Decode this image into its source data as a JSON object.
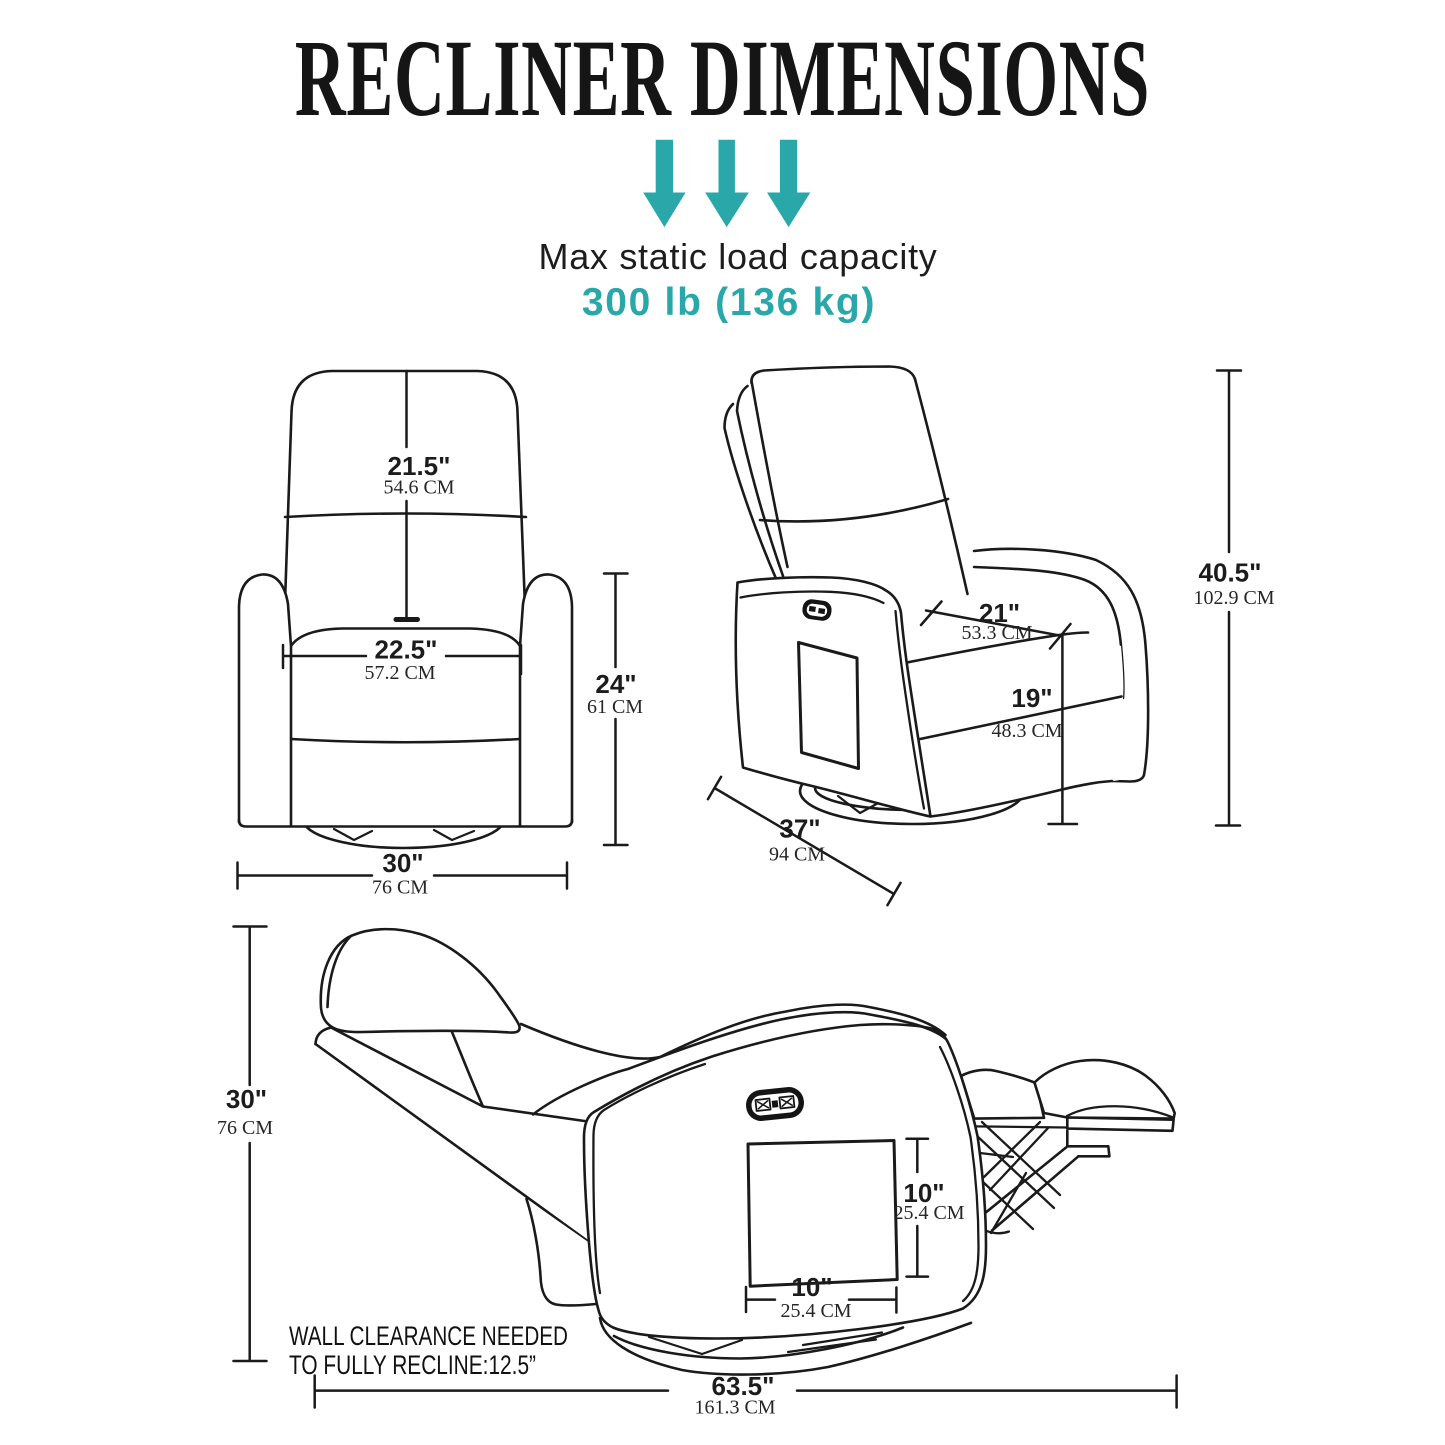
{
  "header": {
    "title": "RECLINER DIMENSIONS",
    "capacity_label": "Max static load capacity",
    "capacity_value": "300 lb (136 kg)"
  },
  "colors": {
    "accent_teal": "#2aa7a9",
    "ink": "#1a1a1a",
    "background": "#ffffff"
  },
  "icons": {
    "load_arrows": "down-arrow-icon"
  },
  "views": {
    "front": {
      "back_width": {
        "inches": "21.5\"",
        "cm": "54.6 CM"
      },
      "seat_width": {
        "inches": "22.5\"",
        "cm": "57.2 CM"
      },
      "arm_height": {
        "inches": "24\"",
        "cm": "61 CM"
      },
      "overall_width": {
        "inches": "30\"",
        "cm": "76 CM"
      }
    },
    "side": {
      "seat_depth": {
        "inches": "21\"",
        "cm": "53.3 CM"
      },
      "seat_height": {
        "inches": "19\"",
        "cm": "48.3 CM"
      },
      "overall_height": {
        "inches": "40.5\"",
        "cm": "102.9 CM"
      },
      "overall_depth": {
        "inches": "37\"",
        "cm": "94 CM"
      }
    },
    "reclined": {
      "reclined_height": {
        "inches": "30\"",
        "cm": "76 CM"
      },
      "pocket_height": {
        "inches": "10\"",
        "cm": "25.4 CM"
      },
      "pocket_width": {
        "inches": "10\"",
        "cm": "25.4 CM"
      },
      "reclined_length": {
        "inches": "63.5\"",
        "cm": "161.3 CM"
      },
      "note_line1": "WALL CLEARANCE NEEDED",
      "note_line2": "TO FULLY RECLINE:12.5”"
    }
  }
}
